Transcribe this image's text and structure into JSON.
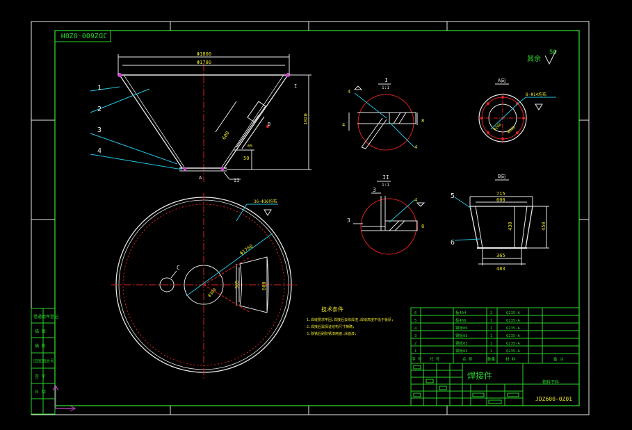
{
  "drawing": {
    "code_stamp": "JDZ600-0Z0H",
    "title": "焊接件",
    "subtitle": "物料下料",
    "drawing_no": "JDZ600-0Z01",
    "roughness_label": "其余",
    "roughness_value": "50"
  },
  "main_view": {
    "dim_top_outer": "Φ1800",
    "dim_top_inner": "Φ1780",
    "dim_height": "1020",
    "dim_strut": "600",
    "dim_small_a": "50",
    "dim_small_b": "65",
    "section_i": "I",
    "section_b": "B",
    "section_a": "A",
    "section_ii": "II",
    "callouts": [
      "1",
      "2",
      "3",
      "4"
    ]
  },
  "plan_view": {
    "hole_note": "36-Φ16均布",
    "dim_pcd": "Φ1760",
    "dim_inner": "Φ300",
    "dim_365": "365",
    "dim_600": "600",
    "label_c": "C"
  },
  "detail_i": {
    "title": "I",
    "scale": "1:1",
    "weld_a": "4",
    "weld_b": "4",
    "dim_side": "4",
    "dim_right": "8"
  },
  "detail_ii": {
    "title": "II",
    "scale": "1:1",
    "weld": "4",
    "label_3a": "3",
    "label_3b": "3",
    "dim_right": "8"
  },
  "detail_a": {
    "title": "A向",
    "hole_note": "8-Φ14均布",
    "dim_a": "Φ260",
    "dim_b": "Φ300"
  },
  "detail_b": {
    "title": "B向",
    "dim_top_outer": "715",
    "dim_top_inner": "600",
    "dim_height_inner": "430",
    "dim_height_outer": "450",
    "dim_bot_inner": "365",
    "dim_bot_outer": "483",
    "callout_5": "5",
    "callout_6": "6"
  },
  "tech_notes": {
    "heading": "技术条件",
    "lines": [
      "1.焊缝要求牢固,焊接后去除焊渣,焊缝高度不低于板厚;",
      "2.焊接后需保证结构尺寸精确;",
      "3.除锈后刷防锈漆两遍,涂面漆;"
    ]
  },
  "side_stamps": [
    "借通用件登记",
    "描 图",
    "描 校",
    "旧底图总号",
    "签 字",
    "日 期"
  ],
  "bom": {
    "rows": [
      {
        "no": "6",
        "name": "板4δ4",
        "qty": "2",
        "material": "Q235-A"
      },
      {
        "no": "5",
        "name": "板4δ6",
        "qty": "1",
        "material": "Q235-A"
      },
      {
        "no": "4",
        "name": "钢板δ6",
        "qty": "1",
        "material": "Q235-A"
      },
      {
        "no": "3",
        "name": "钢板δ3",
        "qty": "1",
        "material": "Q235-A"
      },
      {
        "no": "2",
        "name": "钢板δ3",
        "qty": "1",
        "material": "Q235-A"
      },
      {
        "no": "1",
        "name": "钢板δ3",
        "qty": "1",
        "material": "Q235-A"
      }
    ],
    "headers": {
      "no": "序 号",
      "code": "代 号",
      "name": "名 称",
      "qty": "数量",
      "material": "材 料",
      "note": "备 注"
    }
  }
}
